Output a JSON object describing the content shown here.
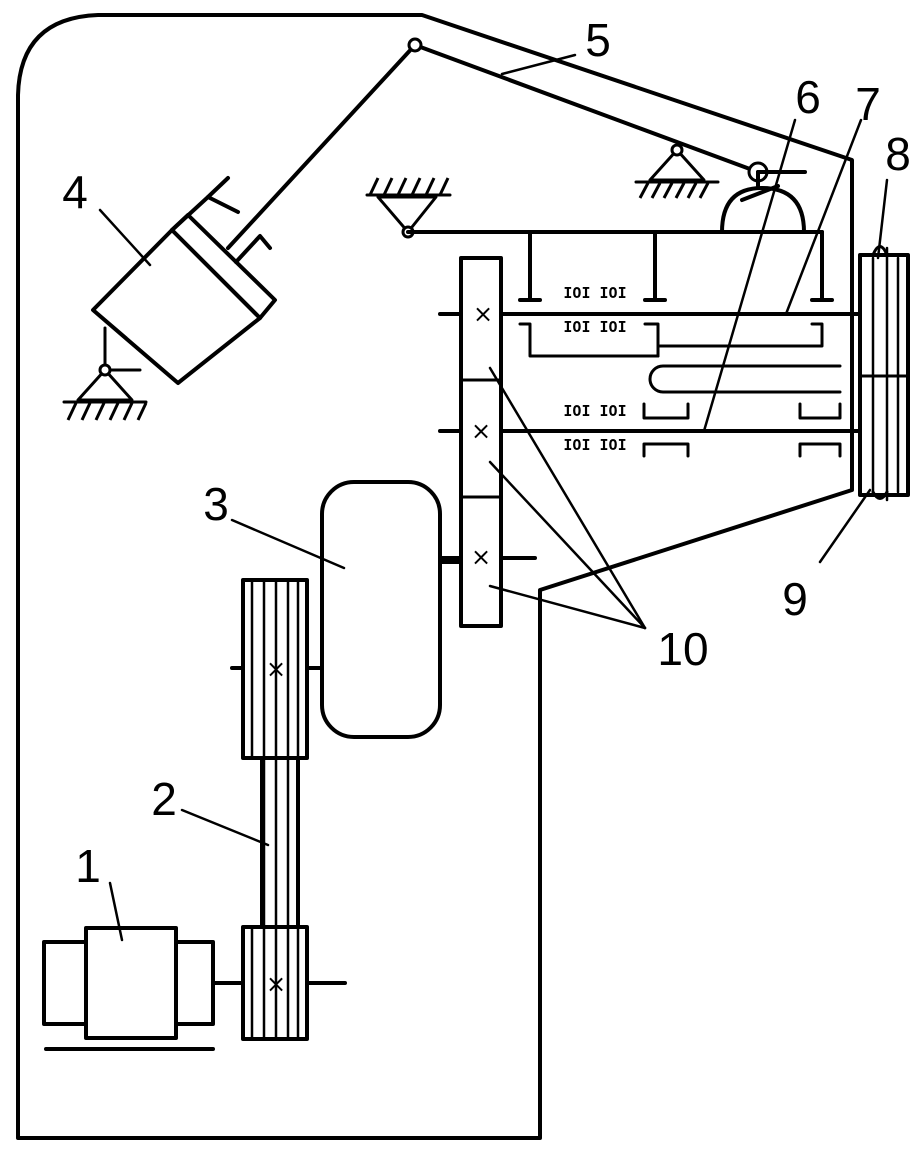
{
  "diagram": {
    "labels": {
      "l1": "1",
      "l2": "2",
      "l3": "3",
      "l4": "4",
      "l5": "5",
      "l6": "6",
      "l7": "7",
      "l8": "8",
      "l9": "9",
      "l10": "10"
    },
    "bearing_symbol": "IOI IOI",
    "gear_mark": "×"
  }
}
